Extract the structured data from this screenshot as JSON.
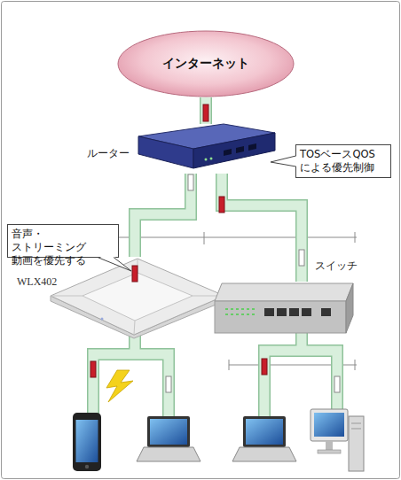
{
  "diagram": {
    "nodes": [
      {
        "text": [
          "インターネット"
        ]
      },
      {
        "text": [
          "ルーター"
        ]
      },
      {
        "text": [
          "TOSベースQOS による優先制御"
        ]
      },
      {
        "text": [
          "音声・ストリーミング 動画を優先する"
        ]
      },
      {
        "text": [
          "WLX402"
        ]
      },
      {
        "text": [
          "スイッチ"
        ]
      }
    ],
    "edges": [
      {
        "from": 0,
        "to": 1,
        "arrow": "none"
      },
      {
        "from": 1,
        "to": 4,
        "arrow": "none"
      },
      {
        "from": 1,
        "to": 5,
        "arrow": "none"
      }
    ]
  }
}
